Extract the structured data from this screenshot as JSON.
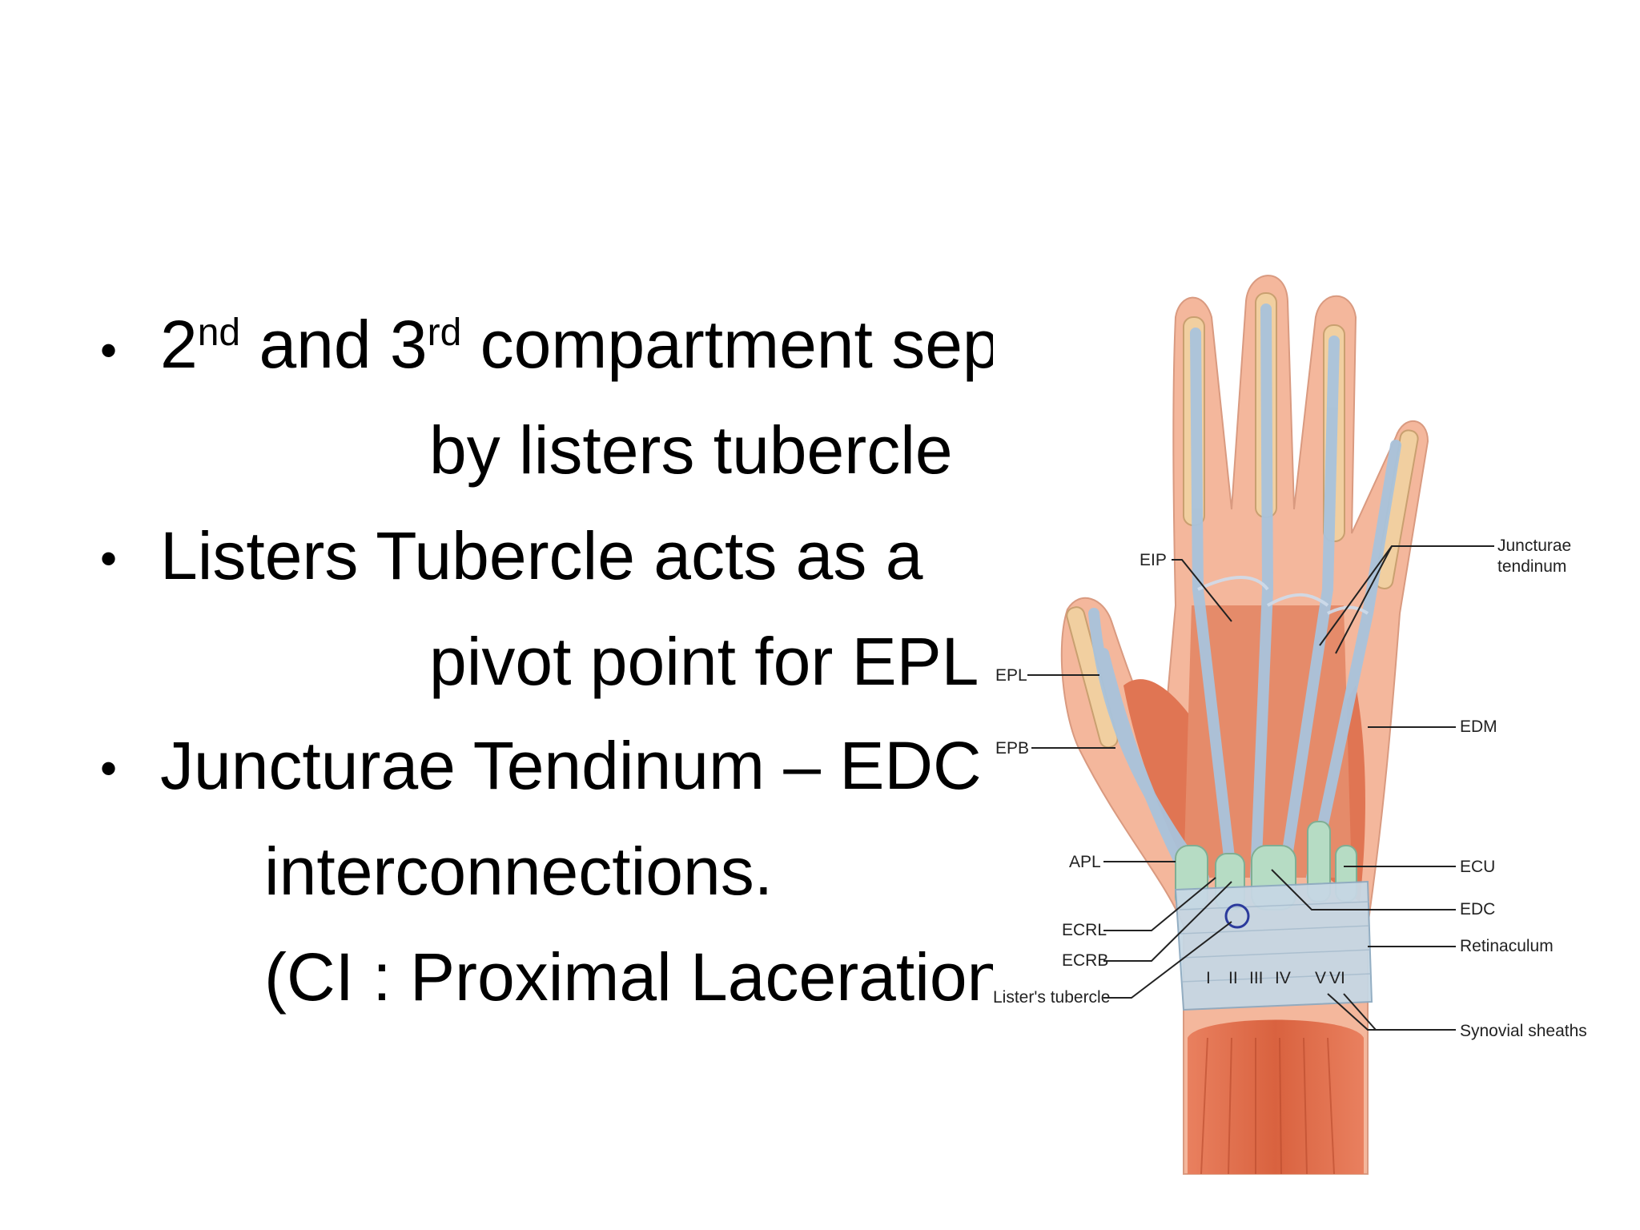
{
  "slide": {
    "bullets": [
      {
        "marker": "•",
        "lines": [
          {
            "pre": "2",
            "sup1": "nd",
            "mid": " and 3",
            "sup2": "rd",
            "post": " compartment separated"
          },
          {
            "text": "by listers tubercle"
          }
        ]
      },
      {
        "marker": "•",
        "lines": [
          {
            "text": "Listers Tubercle acts as a"
          },
          {
            "text": "pivot point for EPL"
          }
        ]
      },
      {
        "marker": "•",
        "lines": [
          {
            "text": "Juncturae Tendinum – EDC"
          },
          {
            "text": "interconnections."
          },
          {
            "text": "(CI : Proximal Laceration"
          }
        ]
      }
    ]
  },
  "figure": {
    "labels": {
      "eip": "EIP",
      "epl": "EPL",
      "epb": "EPB",
      "apl": "APL",
      "ecrl": "ECRL",
      "ecrb": "ECRB",
      "listers": "Lister's tubercle",
      "juncturae_1": "Juncturae",
      "juncturae_2": "tendinum",
      "edm": "EDM",
      "ecu": "ECU",
      "edc": "EDC",
      "retinaculum": "Retinaculum",
      "synovial": "Synovial sheaths"
    },
    "compartments": [
      "I",
      "II",
      "III",
      "IV",
      "V",
      "VI"
    ]
  }
}
